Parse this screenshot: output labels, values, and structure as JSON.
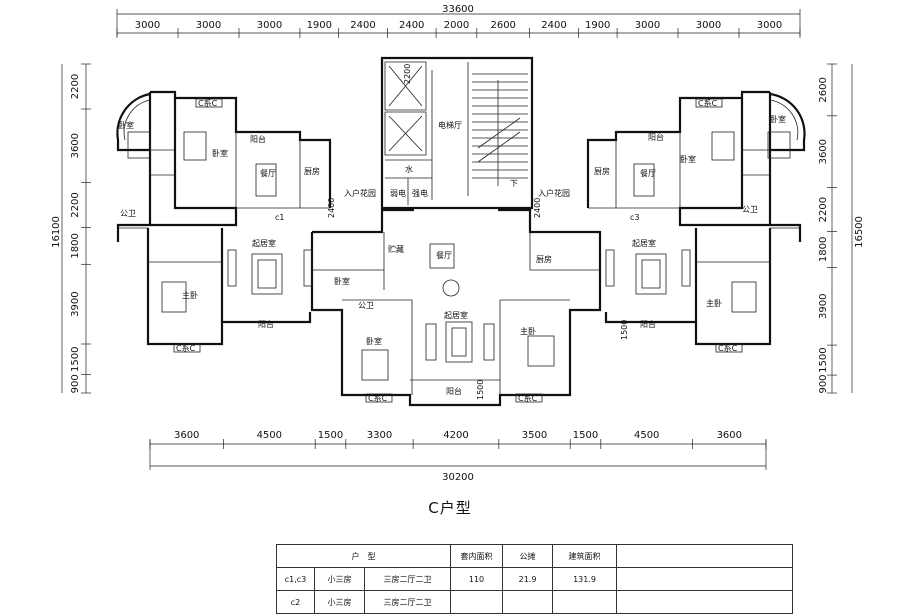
{
  "dims": {
    "top_total": "33600",
    "top": [
      "3000",
      "3000",
      "3000",
      "1900",
      "2400",
      "2400",
      "2000",
      "2600",
      "2400",
      "1900",
      "3000",
      "3000",
      "3000"
    ],
    "left_total": "16100",
    "left": [
      "2200",
      "3600",
      "2200",
      "1800",
      "3900",
      "1500",
      "900"
    ],
    "right_total": "16500",
    "right": [
      "2600",
      "3600",
      "2200",
      "1800",
      "3900",
      "1500",
      "900"
    ],
    "bottom": [
      "3600",
      "4500",
      "1500",
      "3300",
      "4200",
      "3500",
      "1500",
      "4500",
      "3600"
    ],
    "bottom_total": "30200",
    "inner": [
      "2400",
      "2400",
      "1500",
      "1500",
      "2200"
    ]
  },
  "rooms": {
    "bedroom": "卧室",
    "master": "主卧",
    "balcony": "阳台",
    "dining": "餐厅",
    "kitchen": "厨房",
    "living": "起居室",
    "entry_garden": "入户花园",
    "public_wc": "公卫",
    "elevator_hall": "电梯厅",
    "water": "水",
    "weak_elec": "弱电",
    "strong_elec": "强电",
    "storage": "贮藏",
    "down": "下",
    "window_tag": "C系C",
    "unit_c1": "c1",
    "unit_c3": "c3"
  },
  "caption": "C户型",
  "table": {
    "headers": [
      "户　型",
      "套内面积",
      "公摊",
      "建筑面积"
    ],
    "rows": [
      [
        "c1,c3",
        "小三房",
        "三房二厅二卫",
        "110",
        "21.9",
        "131.9"
      ],
      [
        "c2",
        "小三房",
        "三房二厅二卫",
        "",
        "",
        ""
      ]
    ]
  }
}
